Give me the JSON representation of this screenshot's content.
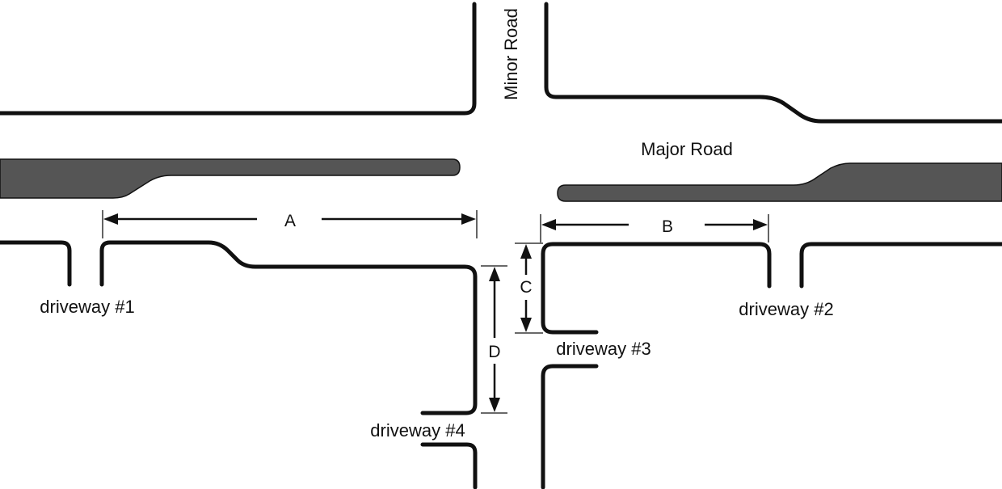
{
  "roads": {
    "major": "Major Road",
    "minor": "Minor Road"
  },
  "driveways": {
    "d1": "driveway #1",
    "d2": "driveway #2",
    "d3": "driveway #3",
    "d4": "driveway #4"
  },
  "dimensions": {
    "a": "A",
    "b": "B",
    "c": "C",
    "d": "D"
  },
  "colors": {
    "median": "#555555",
    "line": "#111111",
    "background": "#ffffff"
  }
}
